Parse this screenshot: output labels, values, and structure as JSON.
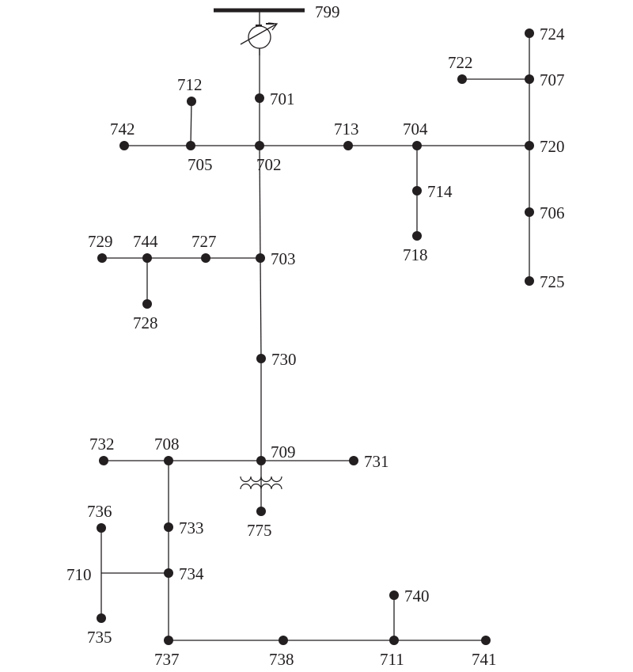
{
  "title": "IEEE 37-node test feeder",
  "colors": {
    "line": "#231f20",
    "background": "#ffffff"
  },
  "source_bus": "799",
  "regulator_icon": "voltage-regulator-icon",
  "transformer_icon": "transformer-icon",
  "nodes": [
    "701",
    "702",
    "703",
    "704",
    "705",
    "706",
    "707",
    "708",
    "709",
    "710",
    "711",
    "712",
    "713",
    "714",
    "718",
    "720",
    "722",
    "724",
    "725",
    "727",
    "728",
    "729",
    "730",
    "731",
    "732",
    "733",
    "734",
    "735",
    "736",
    "737",
    "738",
    "740",
    "741",
    "742",
    "744",
    "775"
  ],
  "edges": [
    [
      "799",
      "701"
    ],
    [
      "701",
      "702"
    ],
    [
      "702",
      "705"
    ],
    [
      "705",
      "712"
    ],
    [
      "705",
      "742"
    ],
    [
      "702",
      "713"
    ],
    [
      "713",
      "704"
    ],
    [
      "704",
      "714"
    ],
    [
      "714",
      "718"
    ],
    [
      "704",
      "720"
    ],
    [
      "720",
      "707"
    ],
    [
      "707",
      "724"
    ],
    [
      "707",
      "722"
    ],
    [
      "720",
      "706"
    ],
    [
      "706",
      "725"
    ],
    [
      "702",
      "703"
    ],
    [
      "703",
      "727"
    ],
    [
      "727",
      "744"
    ],
    [
      "744",
      "729"
    ],
    [
      "744",
      "728"
    ],
    [
      "703",
      "730"
    ],
    [
      "730",
      "709"
    ],
    [
      "709",
      "731"
    ],
    [
      "709",
      "708"
    ],
    [
      "708",
      "732"
    ],
    [
      "709",
      "775"
    ],
    [
      "708",
      "733"
    ],
    [
      "733",
      "734"
    ],
    [
      "734",
      "710"
    ],
    [
      "710",
      "736"
    ],
    [
      "710",
      "735"
    ],
    [
      "734",
      "737"
    ],
    [
      "737",
      "738"
    ],
    [
      "738",
      "711"
    ],
    [
      "711",
      "741"
    ],
    [
      "711",
      "740"
    ]
  ]
}
